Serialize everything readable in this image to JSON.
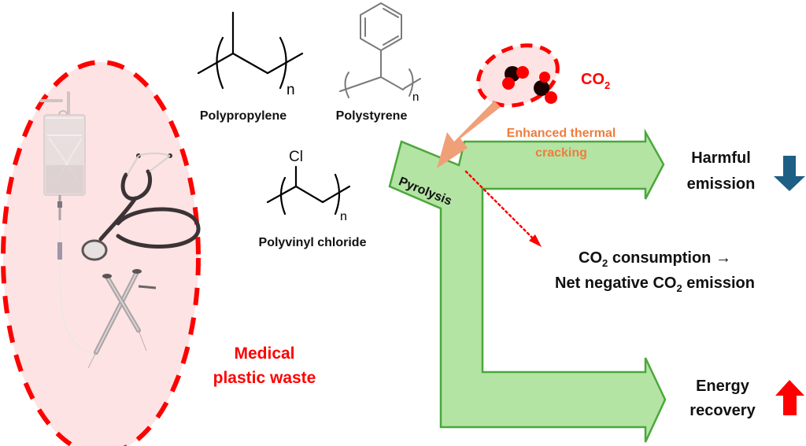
{
  "colors": {
    "red_accent": "#ff0000",
    "pink_fill": "#fde3e3",
    "green_fill": "#b4e4a4",
    "green_stroke": "#4aa83a",
    "orange": "#f0a078",
    "orange_text": "#f07c3c",
    "down_arrow": "#1e5f85",
    "up_arrow": "#ff0000"
  },
  "waste": {
    "label_line1": "Medical",
    "label_line2": "plastic waste",
    "items": [
      "iv-bag",
      "stethoscope",
      "syringes"
    ]
  },
  "polymers": [
    {
      "name": "Polypropylene",
      "repeat_subscript": "n"
    },
    {
      "name": "Polystyrene",
      "repeat_subscript": "n"
    },
    {
      "name": "Polyvinyl chloride",
      "repeat_subscript": "n",
      "substituent": "Cl"
    }
  ],
  "co2": {
    "label_main": "CO",
    "label_sub": "2",
    "effect_line1": "Enhanced thermal",
    "effect_line2": "cracking"
  },
  "process": {
    "label": "Pyrolysis"
  },
  "outcomes": {
    "harmful": {
      "line1": "Harmful",
      "line2": "emission",
      "trend": "down"
    },
    "co2": {
      "line1_pre": "CO",
      "line1_sub": "2",
      "line1_post": " consumption →",
      "line2_pre": "Net negative CO",
      "line2_sub": "2",
      "line2_post": " emission"
    },
    "energy": {
      "line1": "Energy",
      "line2": "recovery",
      "trend": "up"
    }
  }
}
